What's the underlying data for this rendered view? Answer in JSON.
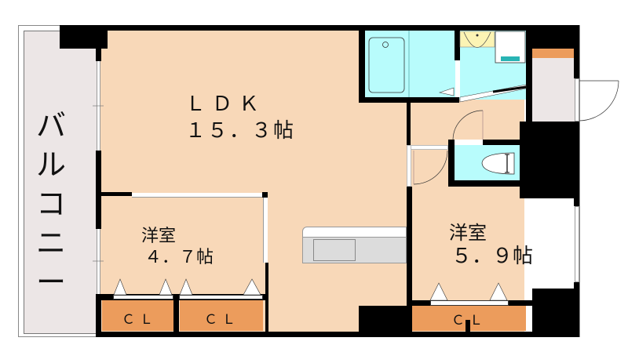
{
  "floorplan": {
    "balcony": {
      "label_chars": [
        "バ",
        "ル",
        "コ",
        "ニ",
        "ー"
      ]
    },
    "ldk": {
      "name": "ＬＤＫ",
      "size": "１５．３帖"
    },
    "western_room_1": {
      "name": "洋室",
      "size": "４．７帖"
    },
    "western_room_2": {
      "name": "洋室",
      "size": "５．９帖"
    },
    "closets": [
      {
        "label": "ＣＬ"
      },
      {
        "label": "ＣＬ"
      },
      {
        "label": "ＣＬ"
      }
    ],
    "colors": {
      "floor": "#f8d8b8",
      "wet_area": "#b8fcfc",
      "balcony": "#ece6e6",
      "closet": "#ec9c5c",
      "wall": "#000000",
      "sink": "#fcf4b4",
      "fridge_accent": "#28b4b4",
      "kitchen_counter": "#dcdcdc"
    }
  }
}
